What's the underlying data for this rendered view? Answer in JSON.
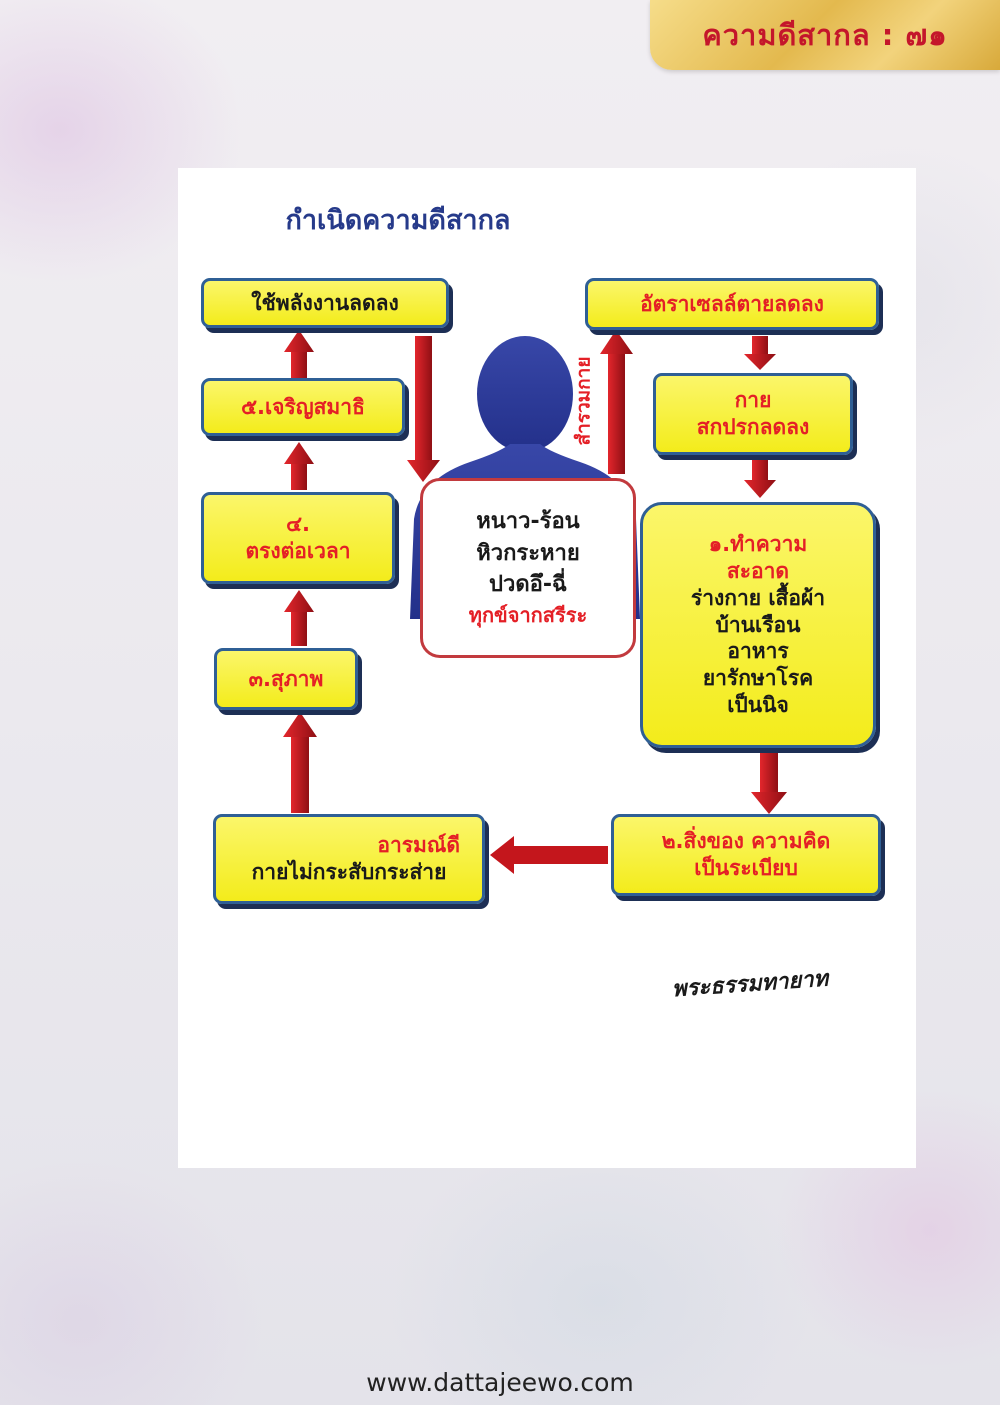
{
  "header": {
    "title": "ความดีสากล : ๗๑"
  },
  "diagram": {
    "title": "กำเนิดความดีสากล",
    "center": {
      "lines": [
        "หนาว-ร้อน",
        "หิวกระหาย",
        "ปวดอึ-ฉี่"
      ],
      "caption": "ทุกข์จากสรีระ"
    },
    "side_label": "สำรวมกาย",
    "nodes": {
      "energy": "ใช้พลังงานลดลง",
      "meditation": "๕.เจริญสมาธิ",
      "punctual_num": "๔.",
      "punctual": "ตรงต่อเวลา",
      "polite": "๓.สุภาพ",
      "mood_title": "อารมณ์ดี",
      "mood_text": "กายไม่กระสับกระส่าย",
      "order": "๒.สิ่งของ ความคิด",
      "order2": "เป็นระเบียบ",
      "clean_title1": "๑.ทำความ",
      "clean_title2": "สะอาด",
      "clean_lines": [
        "ร่างกาย เสื้อผ้า",
        "บ้านเรือน",
        "อาหาร",
        "ยารักษาโรค",
        "เป็นนิจ"
      ],
      "body_line1": "กาย",
      "body_line2": "สกปรกลดลง",
      "cell_death": "อัตราเซลล์ตายลดลง"
    }
  },
  "signature": "พระธรรมทายาท",
  "footer": {
    "url": "www.dattajeewo.com"
  },
  "colors": {
    "box_fill": "#f3ec1b",
    "box_border": "#2f5f95",
    "arrow": "#c4161c",
    "title": "#263a8a",
    "accent_red": "#e41f26"
  }
}
